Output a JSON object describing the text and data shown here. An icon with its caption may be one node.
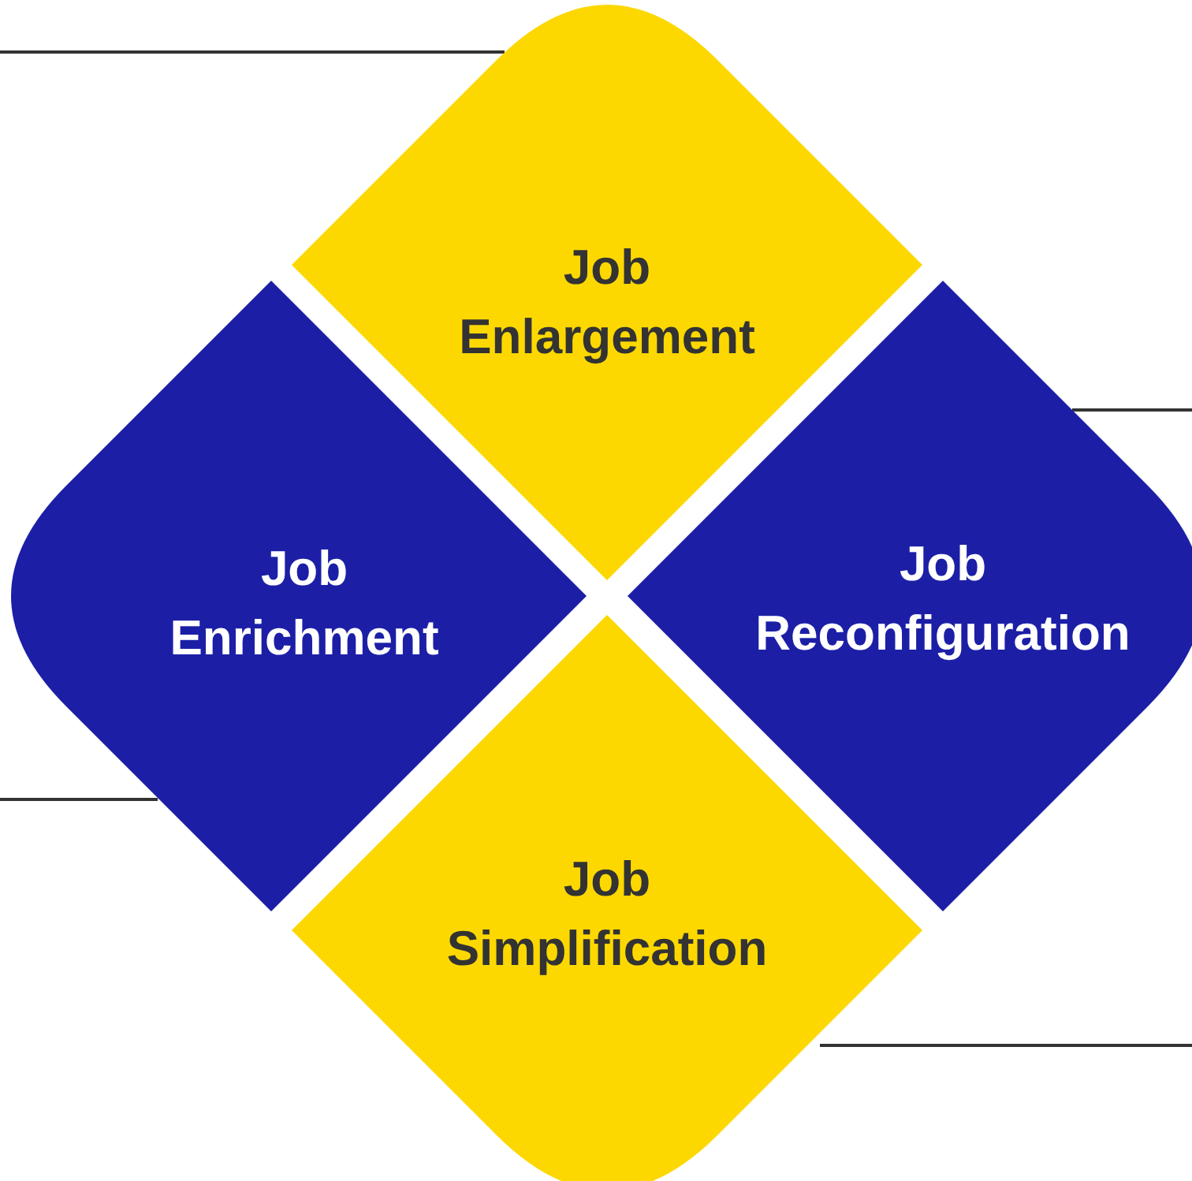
{
  "diagram": {
    "nodes": [
      {
        "text": [
          "Job Enlargement"
        ]
      },
      {
        "text": [
          "Job Enrichment"
        ]
      },
      {
        "text": [
          "Job Reconfiguration"
        ]
      },
      {
        "text": [
          "Job Simplification"
        ]
      }
    ],
    "edges": [
      {
        "from": 0,
        "to": null,
        "arrow": "none"
      },
      {
        "from": 2,
        "to": null,
        "arrow": "none"
      },
      {
        "from": 1,
        "to": null,
        "arrow": "none"
      },
      {
        "from": 3,
        "to": null,
        "arrow": "none"
      }
    ]
  }
}
